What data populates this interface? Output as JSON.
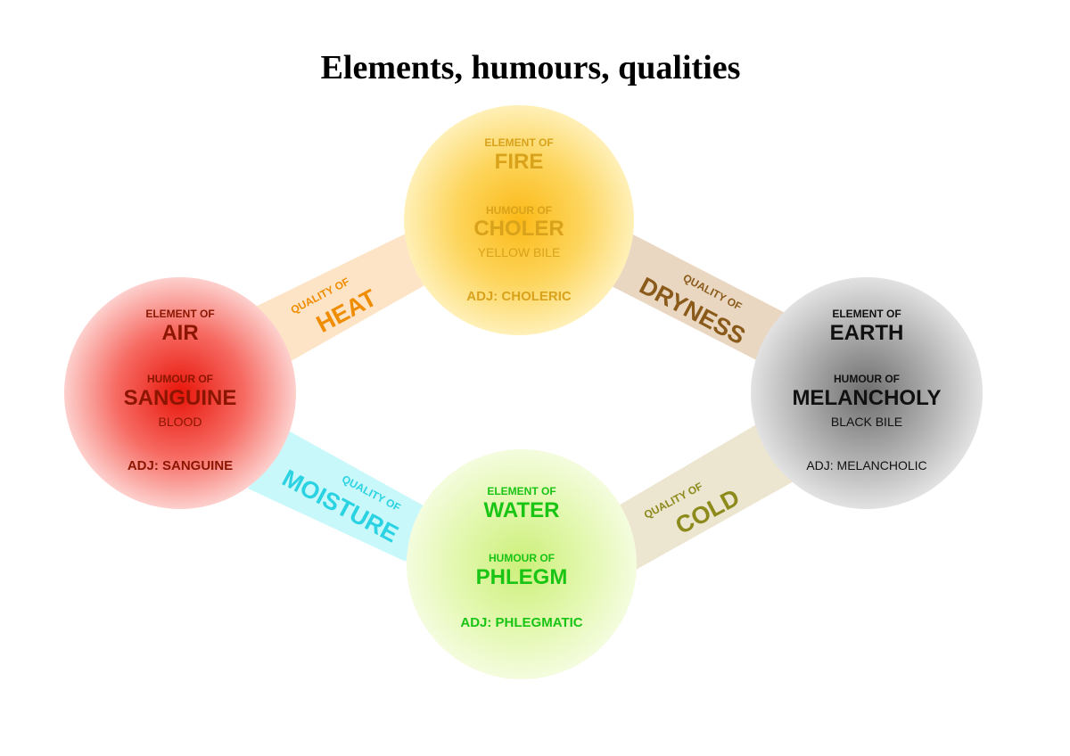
{
  "title": "Elements, humours, qualities",
  "colors": {
    "air": "#8b1500",
    "fire": "#d9a21b",
    "earth": "#111111",
    "water": "#19c415",
    "heat_text": "#f08c00",
    "dryness_text": "#8a5a1a",
    "moisture_text": "#2ad2e2",
    "cold_text": "#8c8a1a",
    "heat_band": "#fde4c6",
    "dryness_band": "#ead7c1",
    "moisture_band": "#c9f8fb",
    "cold_band": "#ece5cf"
  },
  "nodes": {
    "fire": {
      "element_label": "ELEMENT OF",
      "element": "FIRE",
      "humour_label": "HUMOUR OF",
      "humour": "CHOLER",
      "substance": "YELLOW BILE",
      "adjective": "ADJ: CHOLERIC"
    },
    "air": {
      "element_label": "ELEMENT OF",
      "element": "AIR",
      "humour_label": "HUMOUR OF",
      "humour": "SANGUINE",
      "substance": "BLOOD",
      "adjective": "ADJ: SANGUINE"
    },
    "earth": {
      "element_label": "ELEMENT OF",
      "element": "EARTH",
      "humour_label": "HUMOUR OF",
      "humour": "MELANCHOLY",
      "substance": "BLACK BILE",
      "adjective": "ADJ: MELANCHOLIC"
    },
    "water": {
      "element_label": "ELEMENT OF",
      "element": "WATER",
      "humour_label": "HUMOUR OF",
      "humour": "PHLEGM",
      "adjective": "ADJ: PHLEGMATIC"
    }
  },
  "qualities": {
    "heat": {
      "label": "QUALITY OF",
      "name": "HEAT"
    },
    "dryness": {
      "label": "QUALITY OF",
      "name": "DRYNESS"
    },
    "moisture": {
      "label": "QUALITY OF",
      "name": "MOISTURE"
    },
    "cold": {
      "label": "QUALITY OF",
      "name": "COLD"
    }
  }
}
